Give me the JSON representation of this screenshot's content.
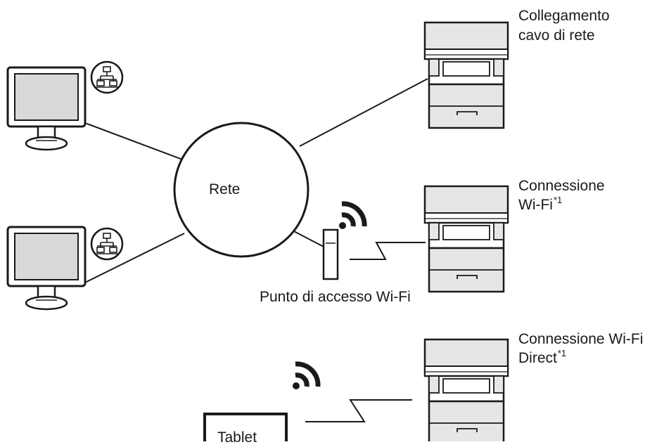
{
  "network": {
    "label": "Rete"
  },
  "access_point": {
    "label": "Punto di accesso Wi-Fi"
  },
  "tablet": {
    "label": "Tablet"
  },
  "printers": [
    {
      "line1": "Collegamento",
      "line2": "cavo di rete",
      "footnote": ""
    },
    {
      "line1": "Connessione",
      "line2": "Wi-Fi",
      "footnote": "*1"
    },
    {
      "line1": "Connessione Wi-Fi",
      "line2": "Direct",
      "footnote": "*1"
    }
  ],
  "icons": {
    "computer": "computer-monitor-icon",
    "lan": "lan-network-icon",
    "wifi": "wifi-signal-icon",
    "printer": "multifunction-printer-icon",
    "access_point": "wireless-access-point-icon"
  },
  "colors": {
    "stroke": "#1a1a1a",
    "screen": "#d9d9d9",
    "printer_fill": "#e6e6e6",
    "background": "#ffffff"
  }
}
